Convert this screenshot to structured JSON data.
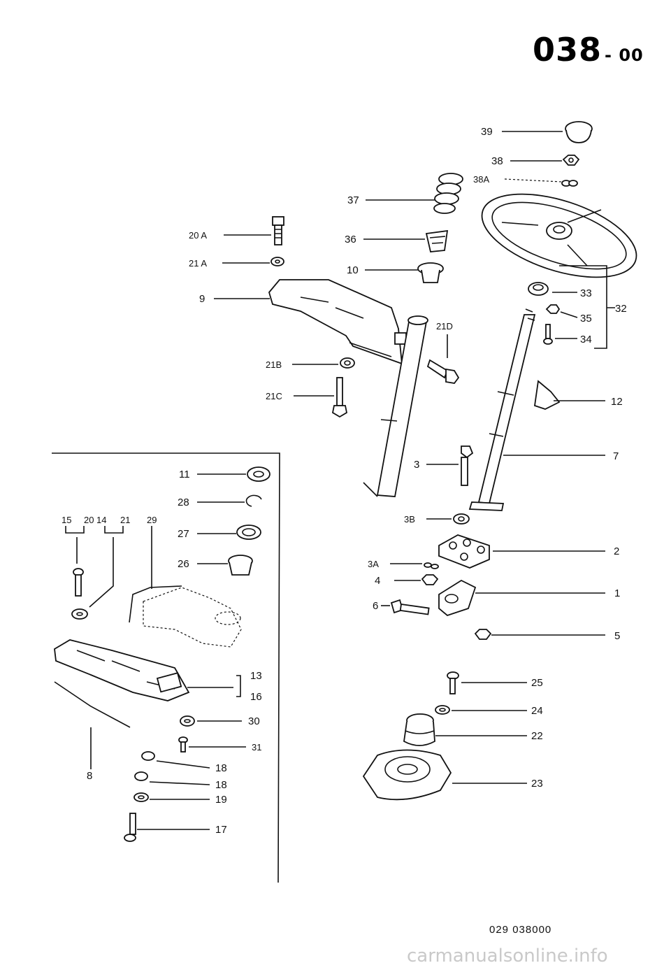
{
  "header": {
    "code": "038",
    "suffix": "- 00"
  },
  "footer": {
    "drawing_number": "029 038000",
    "watermark": "carmanualsonline.info"
  },
  "labels": {
    "l39": "39",
    "l38": "38",
    "l38A": "38A",
    "l37": "37",
    "l36": "36",
    "l10": "10",
    "l20A": "20 A",
    "l21A": "21 A",
    "l9": "9",
    "l21D": "21D",
    "l21B": "21B",
    "l21C": "21C",
    "l33": "33",
    "l35": "35",
    "l34": "34",
    "l32": "32",
    "l12": "12",
    "l7": "7",
    "l3": "3",
    "l3B": "3B",
    "l2": "2",
    "l3A": "3A",
    "l4": "4",
    "l1": "1",
    "l6": "6",
    "l5": "5",
    "l25": "25",
    "l24": "24",
    "l22": "22",
    "l23": "23",
    "l11": "11",
    "l28": "28",
    "l27": "27",
    "l26": "26",
    "l15": "15",
    "l20": "20",
    "l14": "14",
    "l21": "21",
    "l29": "29",
    "l13": "13",
    "l16": "16",
    "l30": "30",
    "l31": "31",
    "l18a": "18",
    "l18b": "18",
    "l19": "19",
    "l17": "17",
    "l8": "8"
  }
}
